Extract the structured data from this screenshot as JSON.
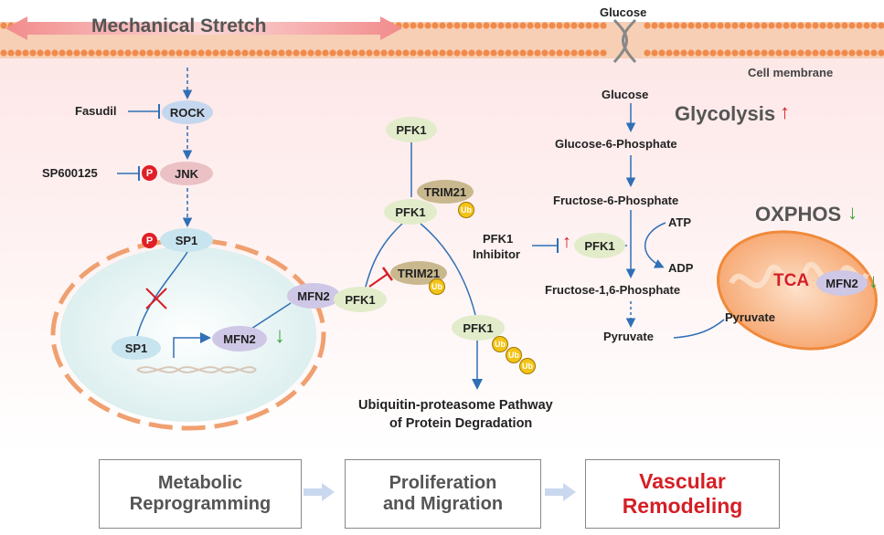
{
  "stretch": {
    "label": "Mechanical Stretch"
  },
  "membrane": {
    "label": "Cell membrane"
  },
  "glucose_out": "Glucose",
  "left_pathway": {
    "fasudil": "Fasudil",
    "rock": "ROCK",
    "sp600125": "SP600125",
    "jnk": "JNK",
    "sp1": "SP1",
    "p": "P"
  },
  "nucleus": {
    "sp1": "SP1",
    "mfn2": "MFN2",
    "arrow_down": "↓"
  },
  "middle": {
    "mfn2": "MFN2",
    "pfk1_top": "PFK1",
    "pfk1_trim": "PFK1",
    "trim21_a": "TRIM21",
    "ub_a": "Ub",
    "pfk1_left": "PFK1",
    "trim21_b": "TRIM21",
    "ub_b": "Ub",
    "pfk1_bottom": "PFK1",
    "ub_chain": [
      "Ub",
      "Ub",
      "Ub"
    ],
    "ups_line1": "Ubiquitin-proteasome Pathway",
    "ups_line2": "of Protein Degradation"
  },
  "glycolysis": {
    "glucose": "Glucose",
    "g6p": "Glucose-6-Phosphate",
    "f6p": "Fructose-6-Phosphate",
    "f16bp": "Fructose-1,6-Phosphate",
    "pyruvate": "Pyruvate",
    "atp": "ATP",
    "adp": "ADP",
    "pfk1": "PFK1",
    "inhibitor_line1": "PFK1",
    "inhibitor_line2": "Inhibitor",
    "up_arrow": "↑",
    "title": "Glycolysis",
    "title_arrow": "↑"
  },
  "mito": {
    "oxphos": "OXPHOS",
    "oxphos_arrow": "↓",
    "tca": "TCA",
    "mfn2": "MFN2",
    "mfn2_arrow": "↓",
    "pyruvate": "Pyruvate"
  },
  "outcomes": [
    {
      "line1": "Metabolic",
      "line2": "Reprogramming"
    },
    {
      "line1": "Proliferation",
      "line2": "and Migration"
    },
    {
      "line1": "Vascular",
      "line2": "Remodeling"
    }
  ],
  "colors": {
    "red": "#d51f26",
    "green": "#3aa33a",
    "blue": "#2f6fb6"
  }
}
